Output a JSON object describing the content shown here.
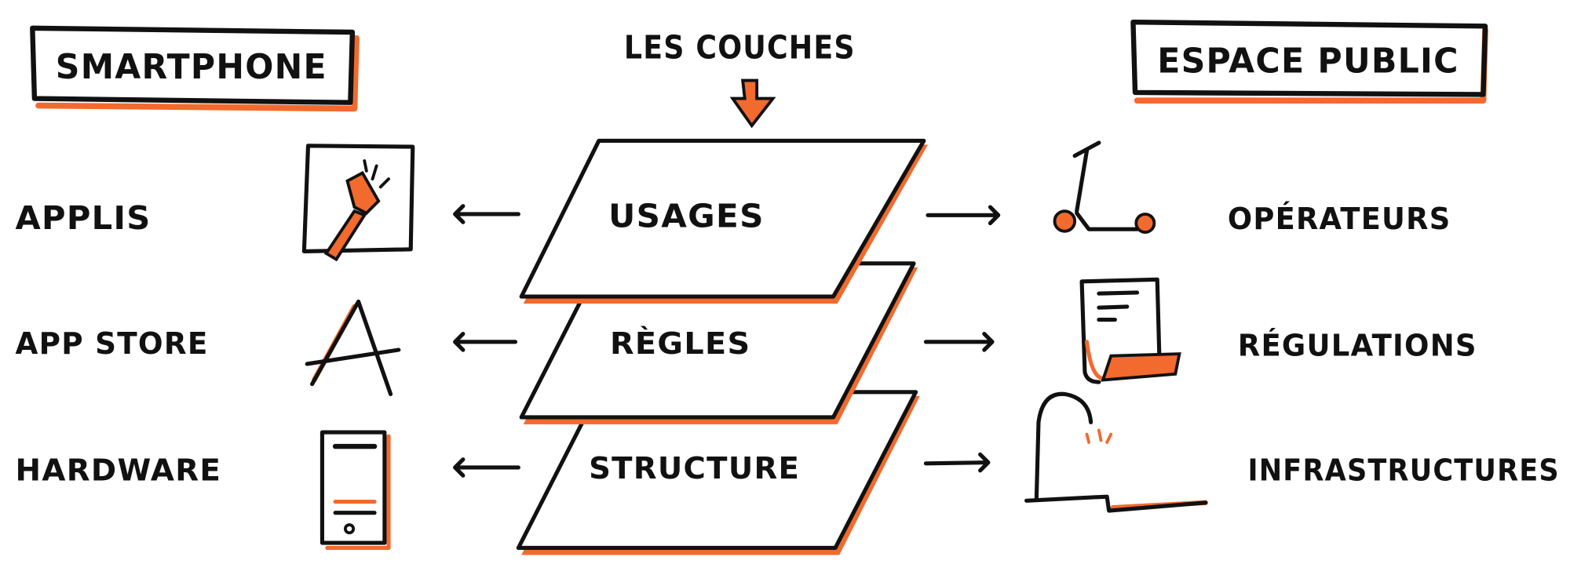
{
  "title": "LES COUCHES",
  "left_header": "SMARTPHONE",
  "right_header": "ESPACE PUBLIC",
  "layers": [
    "USAGES",
    "RÈGLES",
    "STRUCTURE"
  ],
  "left_labels": [
    "APPLIS",
    "APP STORE",
    "HARDWARE"
  ],
  "right_labels": [
    "OPÉRATEURS",
    "RÉGULATIONS",
    "INFRASTRUCTURES"
  ],
  "icons": {
    "left": [
      "flashlight-app-icon",
      "app-store-icon",
      "smartphone-icon"
    ],
    "right": [
      "scooter-icon",
      "scroll-document-icon",
      "street-lamp-icon"
    ]
  },
  "colors": {
    "ink": "#111111",
    "accent": "#f26a2e"
  }
}
